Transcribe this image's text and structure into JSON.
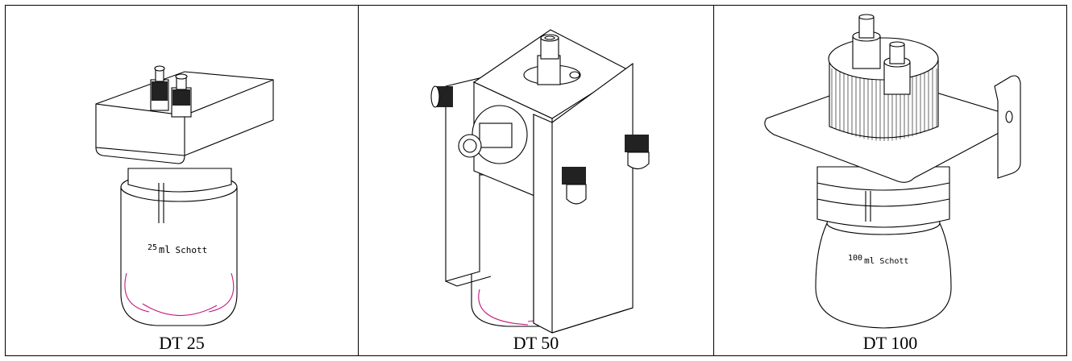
{
  "panels": [
    {
      "caption": "DT 25",
      "bottle_label": {
        "number": "25",
        "unit": "ml",
        "brand": "Schott"
      }
    },
    {
      "caption": "DT 50"
    },
    {
      "caption": "DT 100",
      "bottle_label": {
        "number": "100",
        "unit": "ml",
        "brand": "Schott"
      }
    }
  ],
  "colors": {
    "line": "#000000",
    "accent": "#c2187f",
    "background": "#ffffff"
  },
  "icons": [
    "dt25-vessel-drawing",
    "dt50-vessel-drawing",
    "dt100-vessel-drawing"
  ]
}
